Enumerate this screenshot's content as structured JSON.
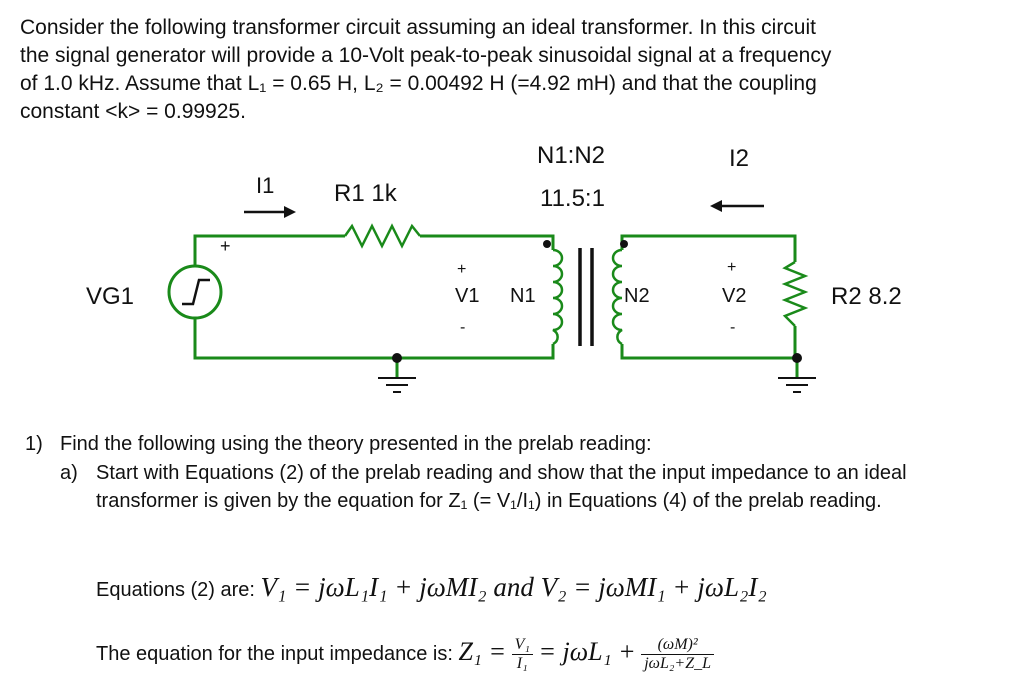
{
  "intro_lines": [
    "Consider the following transformer circuit assuming an ideal transformer.  In this circuit",
    "the signal generator will provide a 10-Volt peak-to-peak sinusoidal signal at a frequency",
    "of 1.0 kHz.  Assume that L₁ = 0.65 H, L₂ = 0.00492 H (=4.92 mH) and that the coupling",
    "constant <k> = 0.99925."
  ],
  "circuit": {
    "i1": "I1",
    "r1": "R1 1k",
    "ratio_label": "N1:N2",
    "ratio_value": "11.5:1",
    "i2": "I2",
    "vg1": "VG1",
    "plus": "+",
    "minus": "-",
    "v1": "V1",
    "n1": "N1",
    "n2": "N2",
    "v2": "V2",
    "r2": "R2 8.2",
    "wire_color": "#1a8a1a"
  },
  "question": {
    "number": "1)",
    "text": "Find the following using the theory presented in the prelab reading:",
    "part_letter": "a)",
    "part_text": "Start with Equations (2) of the prelab reading and show that the input impedance to an ideal transformer is given by the equation for Z₁ (= V₁/I₁) in Equations (4) of the prelab reading."
  },
  "equations": {
    "label1": "Equations (2) are:",
    "eq1": "V₁ = jωL₁I₁ + jωMI₂  and  V₂ = jωMI₁ + jωL₂I₂",
    "label2": "The equation for the input impedance is:",
    "z1": "Z₁ =",
    "frac1_num": "V₁",
    "frac1_den": "I₁",
    "mid": "= jωL₁ +",
    "frac2_num": "(ωM)²",
    "frac2_den": "jωL₂+Z_L"
  }
}
